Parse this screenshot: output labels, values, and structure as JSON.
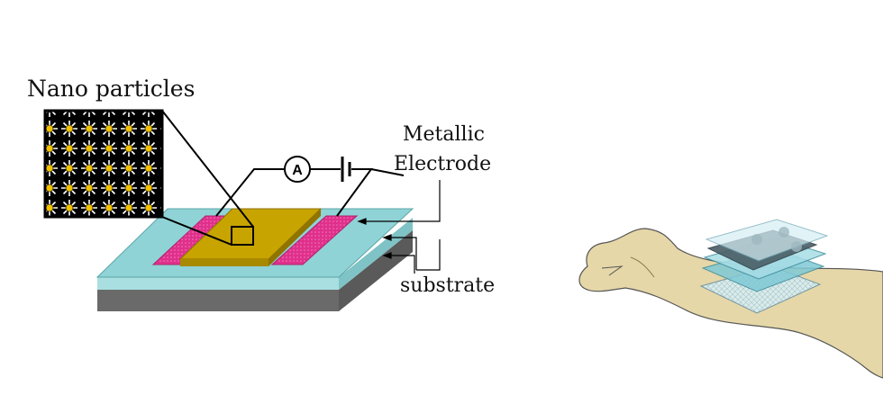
{
  "labels": {
    "nano_particles": "Nano particles",
    "metallic": "Metallic",
    "electrode": "Electrode",
    "substrate": "substrate",
    "ammeter": "A"
  },
  "colors": {
    "nanoparticle": "#f2c200",
    "substrate_top": "#8fd3d6",
    "substrate_bottom": "#6a6a6a",
    "electrode": "#e0308c",
    "sensing_film": "#c8a400",
    "skin": "#e5d7a8",
    "sensor_layer": "#7fc9d6"
  }
}
